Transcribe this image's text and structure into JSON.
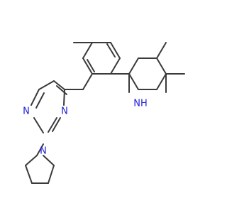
{
  "molecule": {
    "atom_labels": {
      "pyrimidine_n_left": "N",
      "pyrimidine_n_right": "N",
      "pyrrolidine_n": "N",
      "amine_nh": "NH"
    },
    "colors": {
      "bond": "#3a3a3a",
      "nitrogen": "#1f1fd6",
      "background": "#ffffff"
    }
  }
}
